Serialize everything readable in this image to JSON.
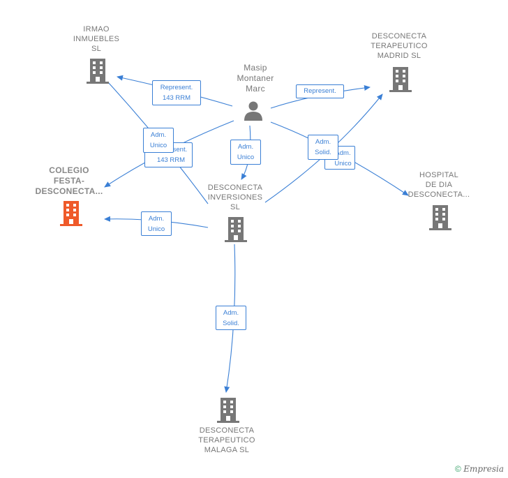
{
  "colors": {
    "edge": "#3a7fd5",
    "building": "#777777",
    "building_highlight": "#ef5a2a",
    "person": "#777777"
  },
  "person": {
    "label": "Masip\nMontaner\nMarc",
    "icon": "person-icon"
  },
  "companies": {
    "irmao": "IRMAO\nINMUEBLES\nSL",
    "madrid": "DESCONECTA\nTERAPEUTICO\nMADRID  SL",
    "colegio": "COLEGIO\nFESTA-\nDESCONECTA...",
    "inversiones": "DESCONECTA\nINVERSIONES\nSL",
    "hospital": "HOSPITAL\nDE DIA\nDESCONECTA...",
    "malaga": "DESCONECTA\nTERAPEUTICO\nMALAGA  SL"
  },
  "relations": {
    "r1": "Represent.\n143 RRM",
    "r2": "Represent.",
    "r3": "Adm.\nUnico",
    "r4": "Represent.\n143 RRM",
    "r5": "Adm.\nUnico",
    "r6": "Adm.\nUnico",
    "r7": "Adm.\nUnico",
    "r8": "Adm.\nSolid.",
    "r9": "Adm.\nSolid."
  },
  "footer": {
    "copyright": "©",
    "brand": "Empresia"
  }
}
